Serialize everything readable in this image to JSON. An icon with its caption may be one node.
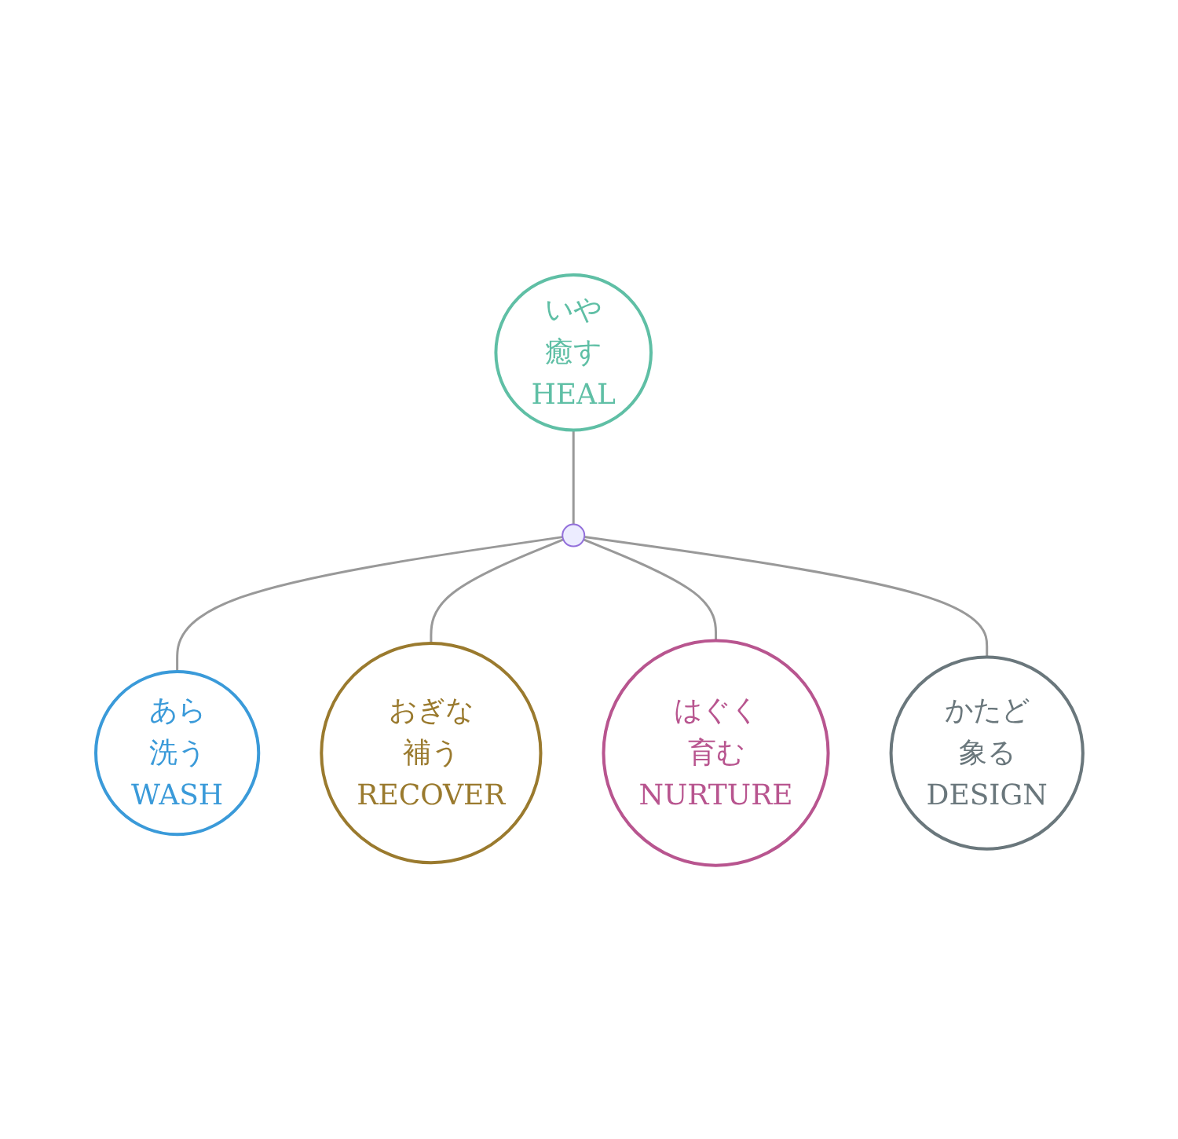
{
  "diagram": {
    "nodes": [
      {
        "text": [
          "いや",
          "癒す",
          "HEAL"
        ]
      },
      {
        "text": [
          "あら",
          "洗う",
          "WASH"
        ]
      },
      {
        "text": [
          "おぎな",
          "補う",
          "RECOVER"
        ]
      },
      {
        "text": [
          "はぐく",
          "育む",
          "NURTURE"
        ]
      },
      {
        "text": [
          "かたど",
          "象る",
          "DESIGN"
        ]
      },
      {
        "text": [],
        "shape": "point"
      }
    ],
    "edges": [
      {
        "from": 0,
        "to": 5,
        "arrow": "none"
      },
      {
        "from": 5,
        "to": 1,
        "arrow": "none"
      },
      {
        "from": 5,
        "to": 2,
        "arrow": "none"
      },
      {
        "from": 5,
        "to": 3,
        "arrow": "none"
      },
      {
        "from": 5,
        "to": 4,
        "arrow": "none"
      }
    ]
  }
}
